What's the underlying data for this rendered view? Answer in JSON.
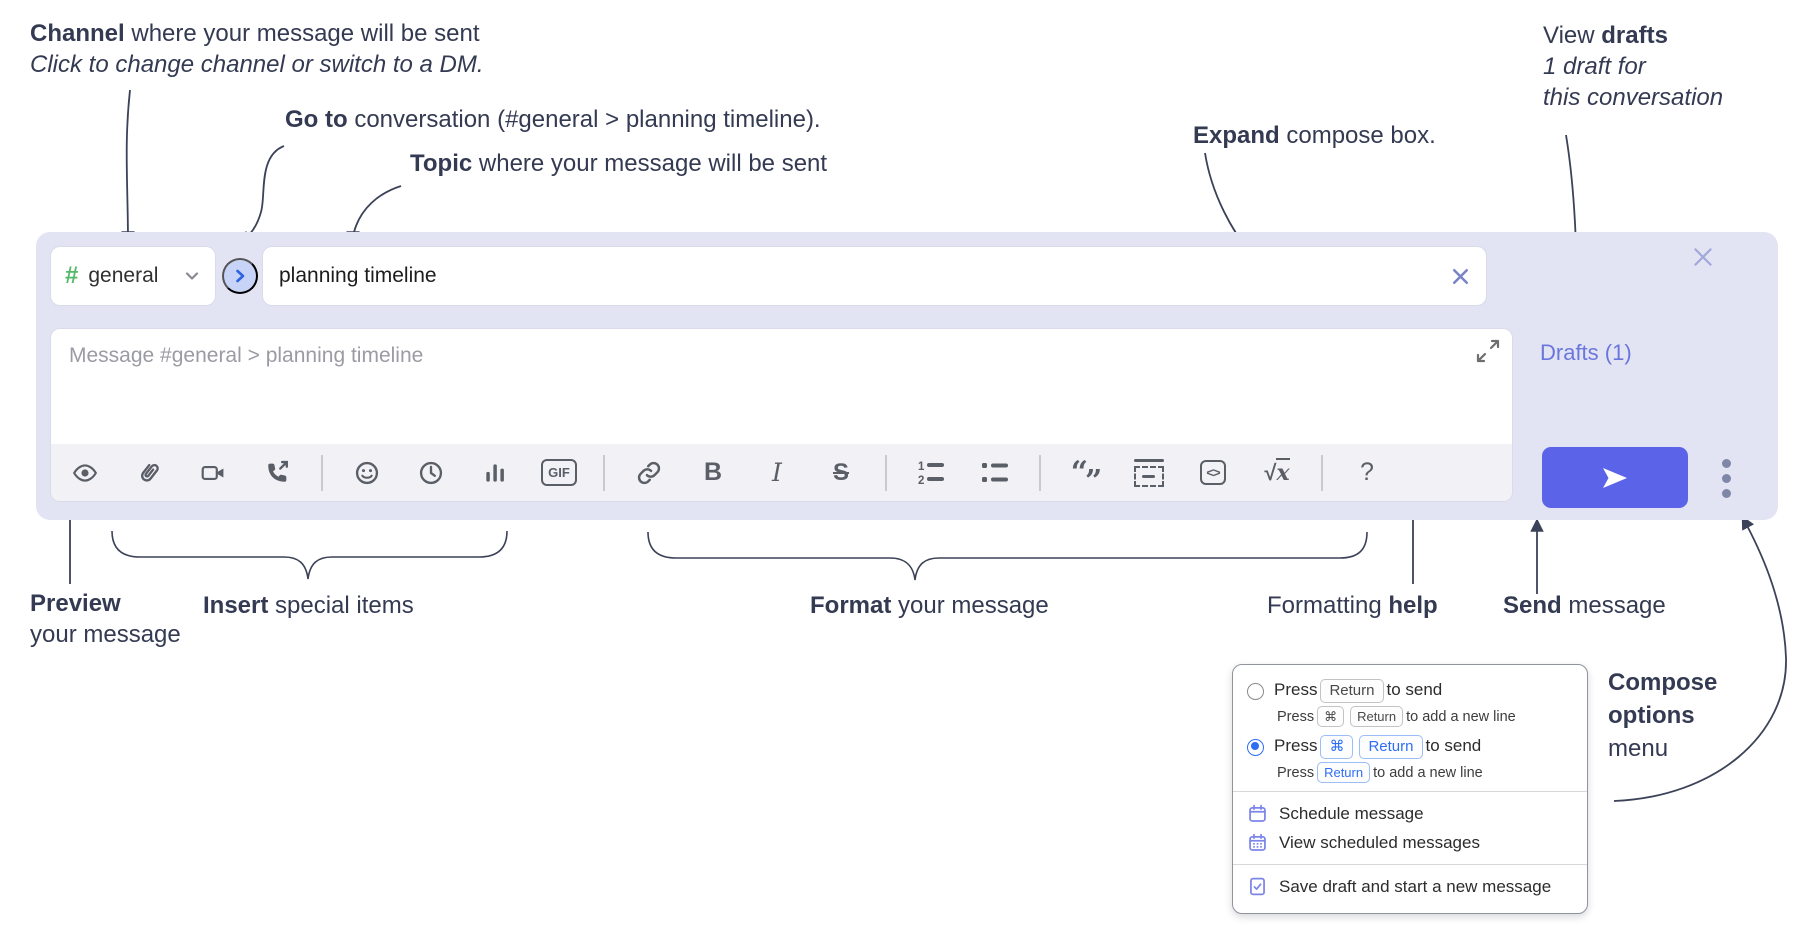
{
  "annotations": {
    "channel": {
      "bold": "Channel",
      "text": " where your message will be sent",
      "sub": "Click to change channel or switch to a DM."
    },
    "goto": {
      "bold": "Go to",
      "text": " conversation (#general > planning timeline)."
    },
    "topic": {
      "bold": "Topic",
      "text": " where your message will be sent"
    },
    "view_drafts": {
      "text": "View ",
      "bold": "drafts",
      "sub1": "1 draft for",
      "sub2": "this conversation"
    },
    "expand": {
      "bold": "Expand",
      "text": " compose box."
    },
    "preview": {
      "bold": "Preview",
      "text": "your message"
    },
    "insert": {
      "bold": "Insert",
      "text": " special items"
    },
    "format": {
      "bold": "Format",
      "text": " your message"
    },
    "help": {
      "text": "Formatting ",
      "bold": "help"
    },
    "send": {
      "bold": "Send",
      "text": " message"
    },
    "compose_options": {
      "bold1": "Compose",
      "bold2": "options",
      "text": "menu"
    }
  },
  "compose": {
    "channel_selector": {
      "hash": "#",
      "label": "general"
    },
    "topic_input": {
      "value": "planning timeline"
    },
    "message_input": {
      "placeholder": "Message #general > planning timeline"
    },
    "drafts_label": "Drafts (1)",
    "toolbar": {
      "items": [
        "preview",
        "attach-file",
        "add-video-call",
        "add-voice-call",
        "emoji",
        "add-global-time",
        "add-poll",
        "add-gif",
        "link",
        "bold",
        "italic",
        "strikethrough",
        "numbered-list",
        "bulleted-list",
        "quote",
        "spoiler",
        "code",
        "math",
        "help"
      ],
      "gif": "GIF",
      "bold": "B",
      "italic": "I",
      "strike": "S",
      "help": "?",
      "root": "√",
      "var": "x",
      "ol1": "1",
      "ol2": "2",
      "quote_open": "“",
      "quote_close": "”",
      "code": "<>"
    }
  },
  "menu": {
    "option1": {
      "pre": "Press",
      "key": "Return",
      "post": "to send"
    },
    "option1_sub": {
      "pre": "Press",
      "key1": "⌘",
      "key2": "Return",
      "post": "to add a new line"
    },
    "option2": {
      "pre": "Press",
      "key1": "⌘",
      "key2": "Return",
      "post": "to send"
    },
    "option2_sub": {
      "pre": "Press",
      "key": "Return",
      "post": "to add a new line"
    },
    "items": [
      "Schedule message",
      "View scheduled messages",
      "Save draft and start a new message"
    ]
  },
  "colors": {
    "compose_bg": "#e2e4f3",
    "send_button": "#5b63e8",
    "drafts_link": "#6b76dd",
    "radio_selected": "#2e6ef5",
    "menu_icon": "#7d85ea",
    "hash_green": "#54b96a",
    "arrow": "#3c4258"
  }
}
